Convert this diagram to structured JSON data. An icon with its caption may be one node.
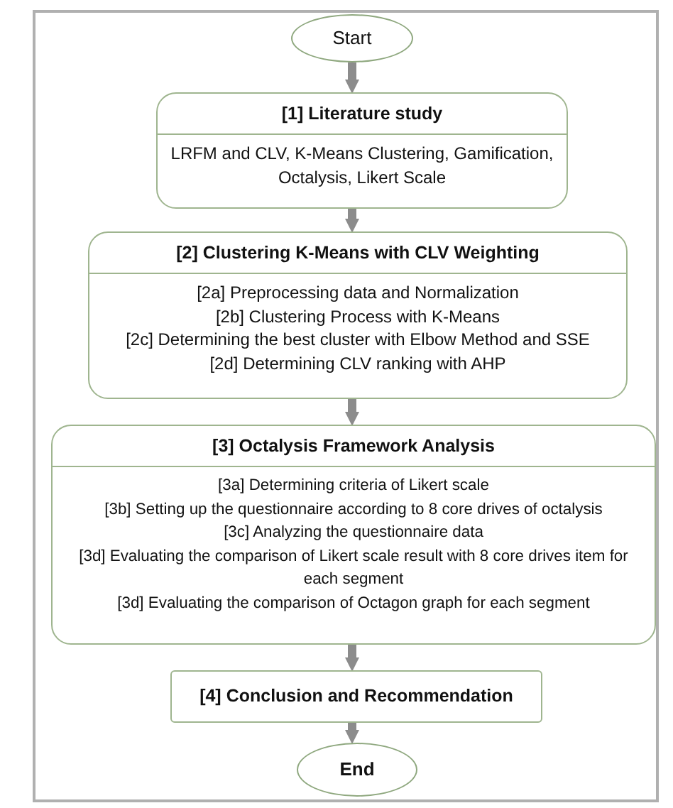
{
  "diagram": {
    "nodes": [
      {
        "text": [
          "Start"
        ]
      },
      {
        "text": [
          "[1] Literature study",
          "LRFM and CLV, K-Means Clustering, Gamification, Octalysis, Likert Scale"
        ]
      },
      {
        "text": [
          "[2] Clustering K-Means with CLV Weighting",
          "[2a] Preprocessing data and Normalization",
          "[2b] Clustering Process with K-Means",
          "[2c] Determining the best cluster with Elbow Method and SSE",
          "[2d] Determining CLV ranking with AHP"
        ]
      },
      {
        "text": [
          "[3] Octalysis Framework Analysis",
          "[3a] Determining criteria of Likert scale",
          "[3b] Setting up the questionnaire according to 8 core drives of octalysis",
          "[3c] Analyzing the questionnaire data",
          "[3d] Evaluating the comparison of Likert scale result with 8 core drives item for each segment",
          "[3d] Evaluating the comparison of Octagon graph for each segment"
        ]
      },
      {
        "text": [
          "[4] Conclusion and Recommendation"
        ]
      },
      {
        "text": [
          "End"
        ]
      }
    ],
    "edges": [
      {
        "from": 0,
        "to": 1,
        "arrow": "to"
      },
      {
        "from": 1,
        "to": 2,
        "arrow": "to"
      },
      {
        "from": 2,
        "to": 3,
        "arrow": "to"
      },
      {
        "from": 3,
        "to": 4,
        "arrow": "to"
      },
      {
        "from": 4,
        "to": 5,
        "arrow": "to"
      }
    ]
  }
}
